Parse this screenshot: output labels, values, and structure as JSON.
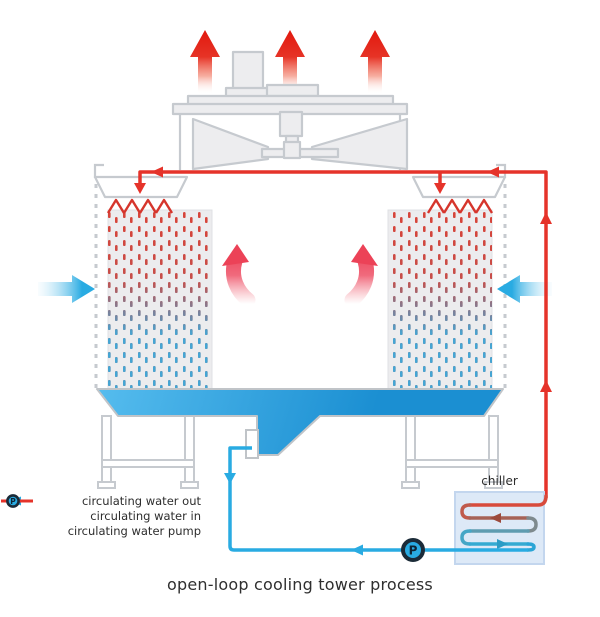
{
  "diagram": {
    "title": "open-loop cooling tower process",
    "chiller": {
      "label": "chiller"
    },
    "pump": {
      "letter": "P"
    },
    "legend": {
      "items": [
        {
          "label": "circulating water out",
          "icon": "left-arrow-blue",
          "color": "#29abe2"
        },
        {
          "label": "circulating water in",
          "icon": "right-arrow-red",
          "color": "#e5332a"
        },
        {
          "label": "circulating water pump",
          "icon": "circled-p-pump",
          "color": "#16232e"
        }
      ]
    },
    "colors": {
      "hot_water_red": "#e5332a",
      "cool_water_blue": "#29abe2",
      "hot_air_red": "#e2180e",
      "warm_air_pink": "#ec4257",
      "intake_air_blue": "#29abe2",
      "pump_ring_navy": "#1b2b38",
      "structure_gray": "#c6cacf",
      "fill_pack_gray": "#ececee",
      "basin_water_blue": "#2aa0dc",
      "chiller_fill": "#dde9f7",
      "chiller_border": "#c3d6ee",
      "text_dark": "#2f2f2f"
    }
  }
}
